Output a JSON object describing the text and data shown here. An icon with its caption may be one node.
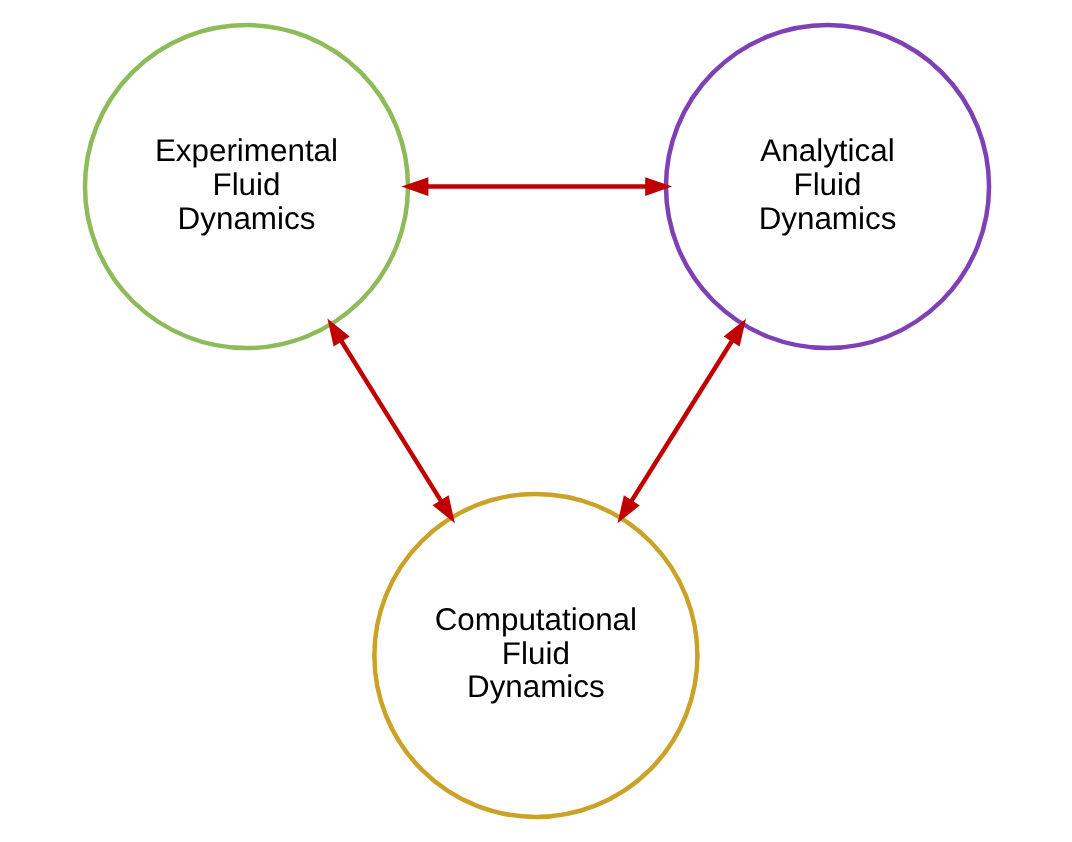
{
  "diagram": {
    "nodes": [
      {
        "text": [
          "Experimental Fluid Dynamics"
        ]
      },
      {
        "text": [
          "Analytical Fluid Dynamics"
        ]
      },
      {
        "text": [
          "Computational Fluid Dynamics"
        ]
      }
    ],
    "edges": [
      {
        "from": 0,
        "to": 1,
        "arrow": "both"
      },
      {
        "from": 0,
        "to": 2,
        "arrow": "both"
      },
      {
        "from": 1,
        "to": 2,
        "arrow": "both"
      }
    ]
  }
}
